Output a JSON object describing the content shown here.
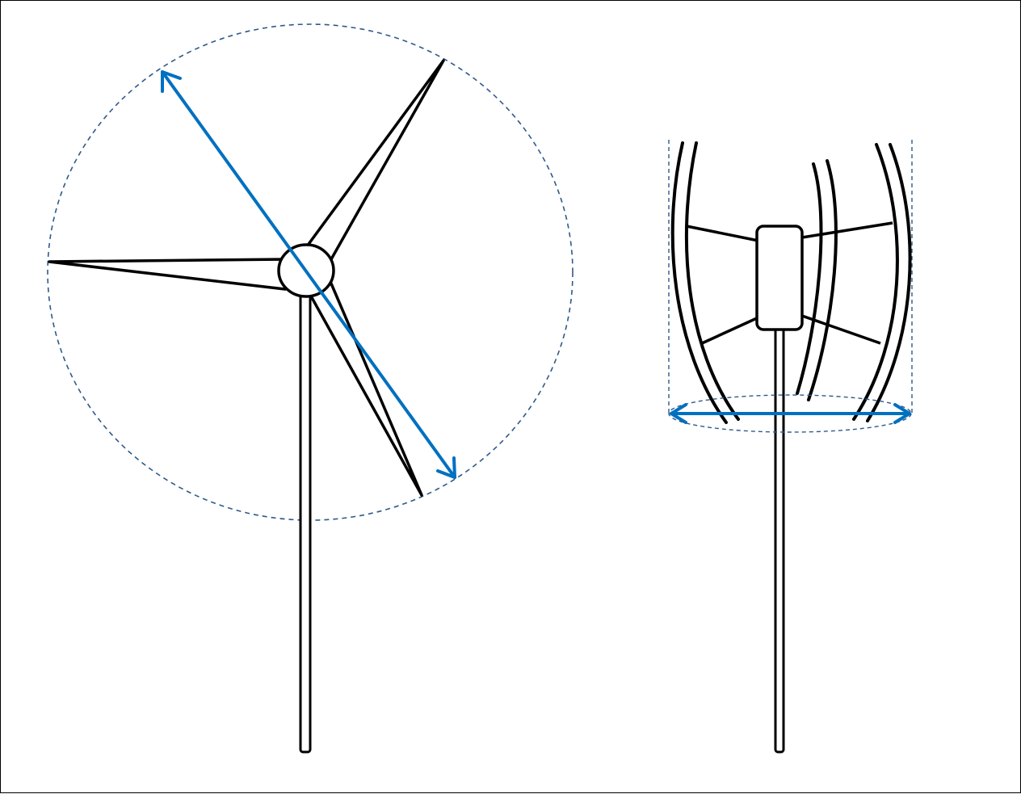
{
  "diagram": {
    "turbines": [
      {
        "kind": "horizontal-axis",
        "blade_count": 3,
        "rotor_diameter_indicator": true
      },
      {
        "kind": "vertical-axis",
        "blade_count": 4,
        "rotor_diameter_indicator": true
      }
    ],
    "colors": {
      "outline": "#000000",
      "dimension_arrow": "#0070c0",
      "swept_area_dashes": "#2f5a8a",
      "background": "#ffffff"
    }
  }
}
